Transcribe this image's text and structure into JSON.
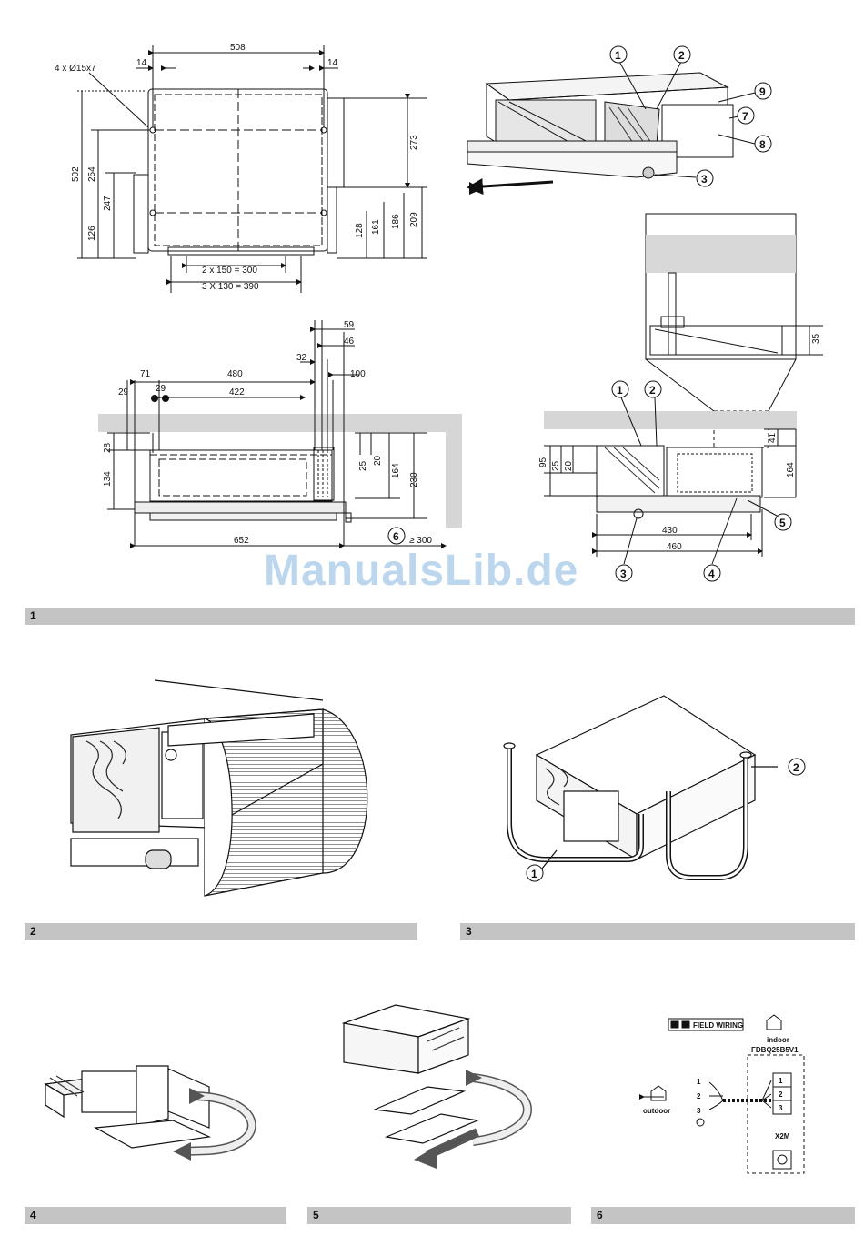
{
  "watermark": "ManualsLib.de",
  "figures": [
    {
      "number": "1"
    },
    {
      "number": "2"
    },
    {
      "number": "3"
    },
    {
      "number": "4"
    },
    {
      "number": "5"
    },
    {
      "number": "6"
    }
  ],
  "fig1_top_view": {
    "width": "508",
    "margin_left": "14",
    "margin_right": "14",
    "holes": "4 x Ø15x7",
    "height_502": "502",
    "height_254": "254",
    "height_247": "247",
    "height_126": "126",
    "height_273": "273",
    "height_209": "209",
    "height_186": "186",
    "height_161": "161",
    "height_128": "128",
    "spacing_a": "2 x 150 = 300",
    "spacing_b": "3 X 130 = 390"
  },
  "fig1_side_view": {
    "d59": "59",
    "d46": "46",
    "d32": "32",
    "d100": "100",
    "d71": "71",
    "d480": "480",
    "d29a": "29",
    "d29b": "29",
    "d422": "422",
    "d28": "28",
    "d134": "134",
    "d25": "25",
    "d20": "20",
    "d164": "164",
    "d230": "230",
    "d652": "652",
    "clearance": "≥ 300",
    "callout6": "6"
  },
  "fig1_iso": {
    "c1": "1",
    "c2": "2",
    "c3": "3",
    "c7": "7",
    "c8": "8",
    "c9": "9"
  },
  "fig1_duct": {
    "d35": "35",
    "d95": "95",
    "d25": "25",
    "d20": "20",
    "d41": "41",
    "d164": "164",
    "d430": "430",
    "d460": "460",
    "c1": "1",
    "c2": "2",
    "c3": "3",
    "c4": "4",
    "c5": "5"
  },
  "fig3": {
    "c1": "1",
    "c2": "2"
  },
  "fig6": {
    "legend": "FIELD WIRING",
    "indoor": "indoor",
    "model": "FDBQ25B5V1",
    "outdoor": "outdoor",
    "wires": [
      "1",
      "2",
      "3"
    ],
    "terminal_block": "X2M",
    "terminals": [
      "1",
      "2",
      "3"
    ]
  }
}
